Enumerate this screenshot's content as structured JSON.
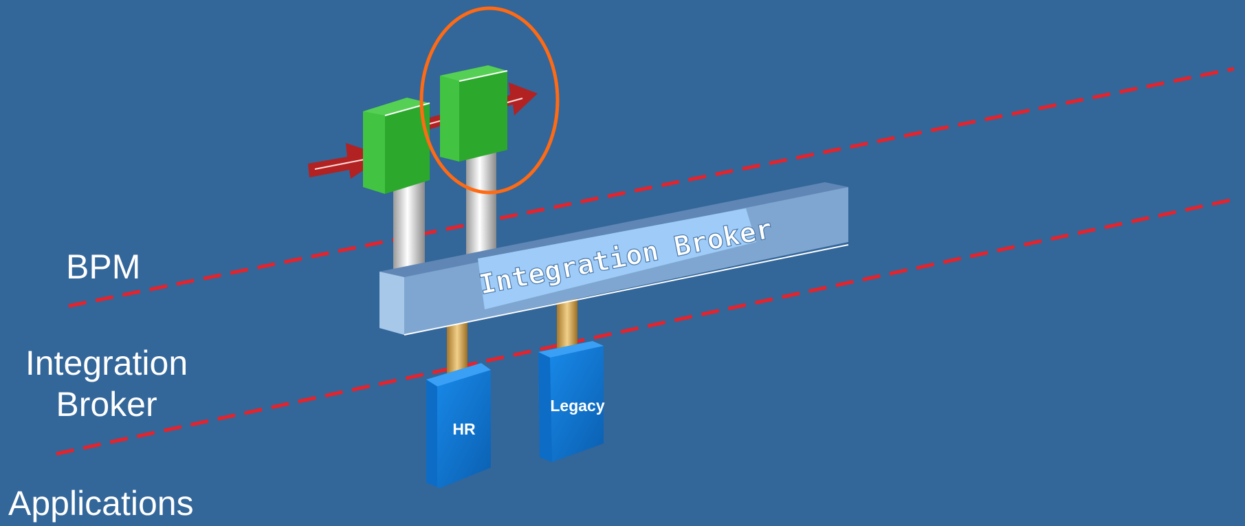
{
  "layers": {
    "bpm": "BPM",
    "integration_broker": "Integration Broker",
    "applications": "Applications"
  },
  "broker": {
    "label": "Integration Broker"
  },
  "apps": [
    {
      "label": "HR"
    },
    {
      "label": "Legacy"
    }
  ],
  "colors": {
    "background": "#336699",
    "divider": "#e8222a",
    "highlight_ring": "#ff6a13",
    "process_step": "#33b033",
    "flow_arrow": "#b22222",
    "broker_bar": "#7ea6d1",
    "broker_panel": "#9ecbf7",
    "app_box": "#0a7ad8",
    "connector": "#c9a04c"
  }
}
